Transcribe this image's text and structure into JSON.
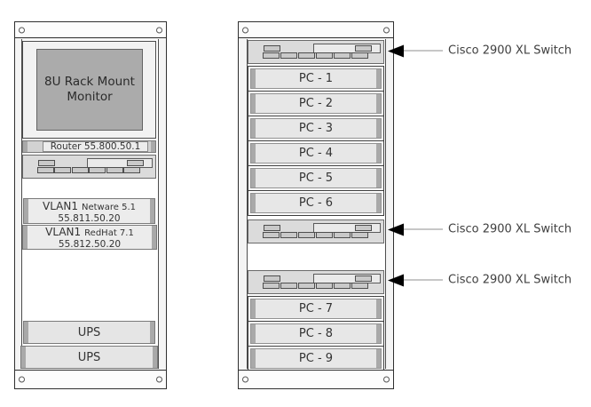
{
  "rack_left": {
    "monitor": {
      "line1": "8U Rack Mount",
      "line2": "Monitor"
    },
    "router": {
      "label": "Router 55.800.50.1"
    },
    "servers": [
      {
        "vlan": "VLAN1",
        "os": "Netware 5.1",
        "ip": "55.811.50.20"
      },
      {
        "vlan": "VLAN1",
        "os": "RedHat 7.1",
        "ip": "55.812.50.20"
      }
    ],
    "ups": [
      {
        "label": "UPS"
      },
      {
        "label": "UPS"
      }
    ]
  },
  "rack_right": {
    "pcs_top": [
      {
        "label": "PC - 1"
      },
      {
        "label": "PC - 2"
      },
      {
        "label": "PC - 3"
      },
      {
        "label": "PC - 4"
      },
      {
        "label": "PC - 5"
      },
      {
        "label": "PC - 6"
      }
    ],
    "pcs_bottom": [
      {
        "label": "PC - 7"
      },
      {
        "label": "PC - 8"
      },
      {
        "label": "PC - 9"
      }
    ]
  },
  "annotations": [
    {
      "text": "Cisco 2900 XL Switch"
    },
    {
      "text": "Cisco 2900 XL Switch"
    },
    {
      "text": "Cisco 2900 XL Switch"
    }
  ],
  "colors": {
    "rack_fill": "#f4f4f4",
    "unit_fill": "#e7e7e7",
    "cap_fill": "#a9a9a9",
    "switch_fill": "#dbdbdb",
    "screen_fill": "#ababab",
    "arrow": "#000000",
    "leader_line": "#8f8f8f",
    "annotation_text": "#3f3f3f"
  }
}
